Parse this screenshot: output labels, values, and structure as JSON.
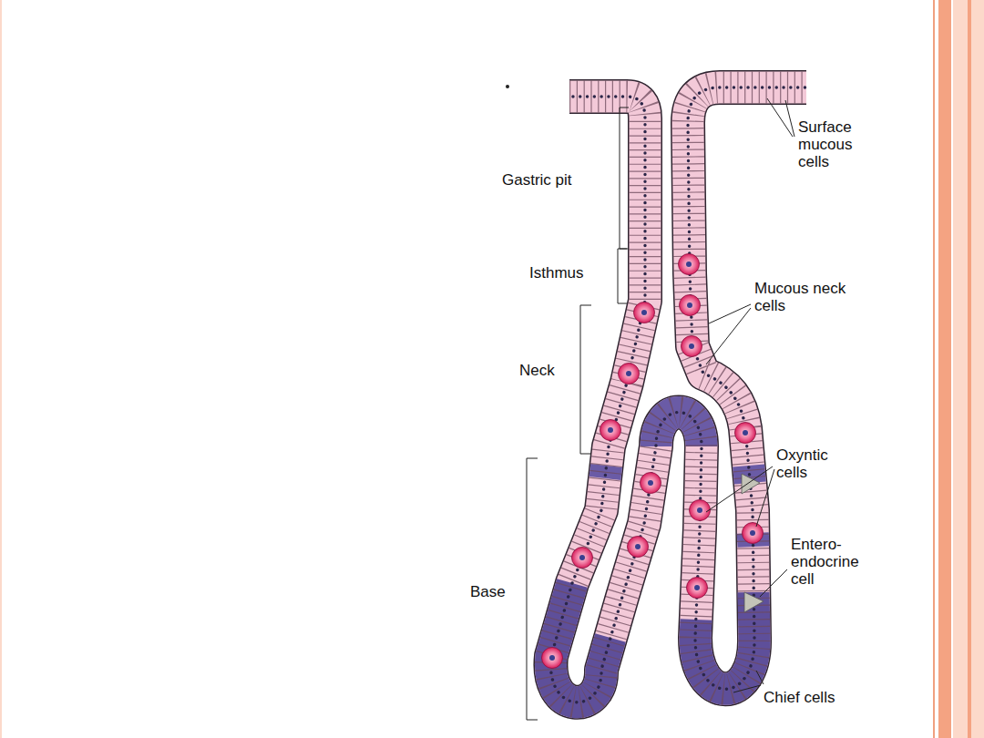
{
  "diagram": {
    "labels": [
      "Gastric pit",
      "Isthmus",
      "Neck",
      "Base",
      "Surface mucous cells",
      "Mucous neck cells",
      "Oxyntic cells",
      "Entero- endocrine cell",
      "Chief cells"
    ]
  }
}
